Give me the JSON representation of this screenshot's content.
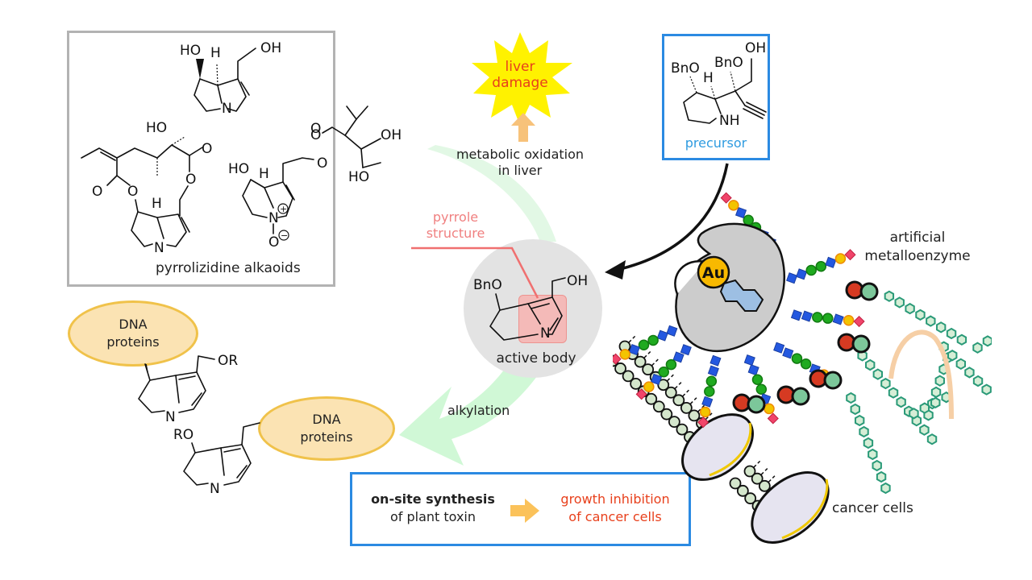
{
  "alkaloid_box": {
    "caption": "pyrrolizidine alkaoids",
    "border_color": "#b3b3b3",
    "molecules": [
      {
        "name": "retronecine",
        "atoms": [
          "HO",
          "H",
          "OH",
          "N"
        ]
      },
      {
        "name": "senecionine-like macrocycle",
        "atoms": [
          "HO",
          "O",
          "O",
          "O",
          "O",
          "H",
          "N"
        ]
      },
      {
        "name": "N-oxide ester",
        "atoms": [
          "HO",
          "H",
          "O",
          "O",
          "OH",
          "HO",
          "N",
          "+",
          "O",
          "−"
        ]
      }
    ]
  },
  "liver": {
    "burst_label_line1": "liver",
    "burst_label_line2": "damage",
    "burst_color": "#fff200",
    "burst_text_color": "#e8401c",
    "arrow_color": "#f7c27a",
    "process_line1": "metabolic oxidation",
    "process_line2": "in liver"
  },
  "precursor": {
    "label": "precursor",
    "label_color": "#2e9be0",
    "border_color": "#2b8ae2",
    "atoms": [
      "BnO",
      "BnO",
      "OH",
      "H",
      "NH"
    ]
  },
  "active_body": {
    "label": "active body",
    "atoms": [
      "BnO",
      "OH",
      "N"
    ],
    "highlight_label_line1": "pyrrole",
    "highlight_label_line2": "structure",
    "highlight_color": "#f08080"
  },
  "alkylation": {
    "label": "alkylation",
    "arrow_color": "#c8f7cf"
  },
  "adducts": {
    "bubble1_line1": "DNA",
    "bubble1_line2": "proteins",
    "bubble2_line1": "DNA",
    "bubble2_line2": "proteins",
    "bubble_fill": "#fbe3b3",
    "bubble_stroke": "#f0c24a",
    "atoms1": [
      "OR",
      "N"
    ],
    "atoms2": [
      "RO",
      "N"
    ]
  },
  "enzyme": {
    "label_line1": "artificial",
    "label_line2": "metalloenzyme",
    "metal": "Au",
    "metal_color": "#f8b900",
    "ligand_color": "#9dbfe3",
    "body_color": "#cccccc"
  },
  "cells": {
    "label": "cancer cells"
  },
  "summary": {
    "left_bold": "on-site synthesis",
    "left_normal": "of plant toxin",
    "right_line1": "growth inhibition",
    "right_line2": "of cancer cells",
    "right_color": "#e8401c",
    "arrow_color": "#fbc25a",
    "border_color": "#2b8ae2"
  }
}
